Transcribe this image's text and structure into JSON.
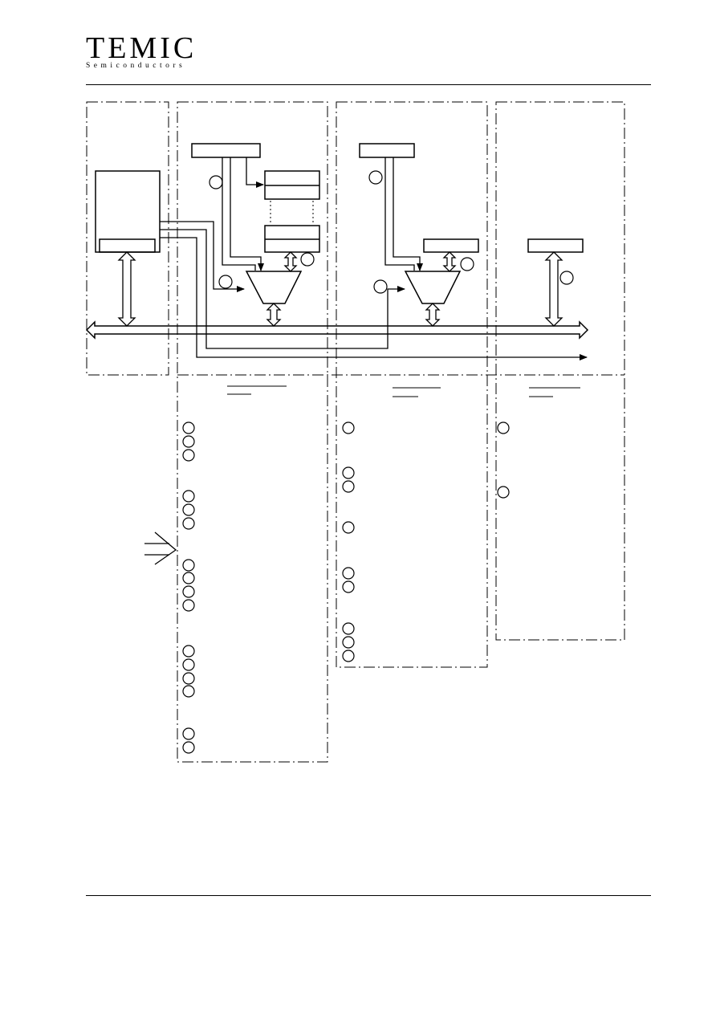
{
  "header": {
    "brand_name": "TEMIC",
    "brand_tagline": "Semiconductors"
  },
  "diagram": {
    "icons": {
      "arrow": "double-headed-arrow",
      "marker": "numbered-circle-marker",
      "pointer": "input-pointer-arrow",
      "mux": "multiplexer-trapezoid"
    }
  }
}
